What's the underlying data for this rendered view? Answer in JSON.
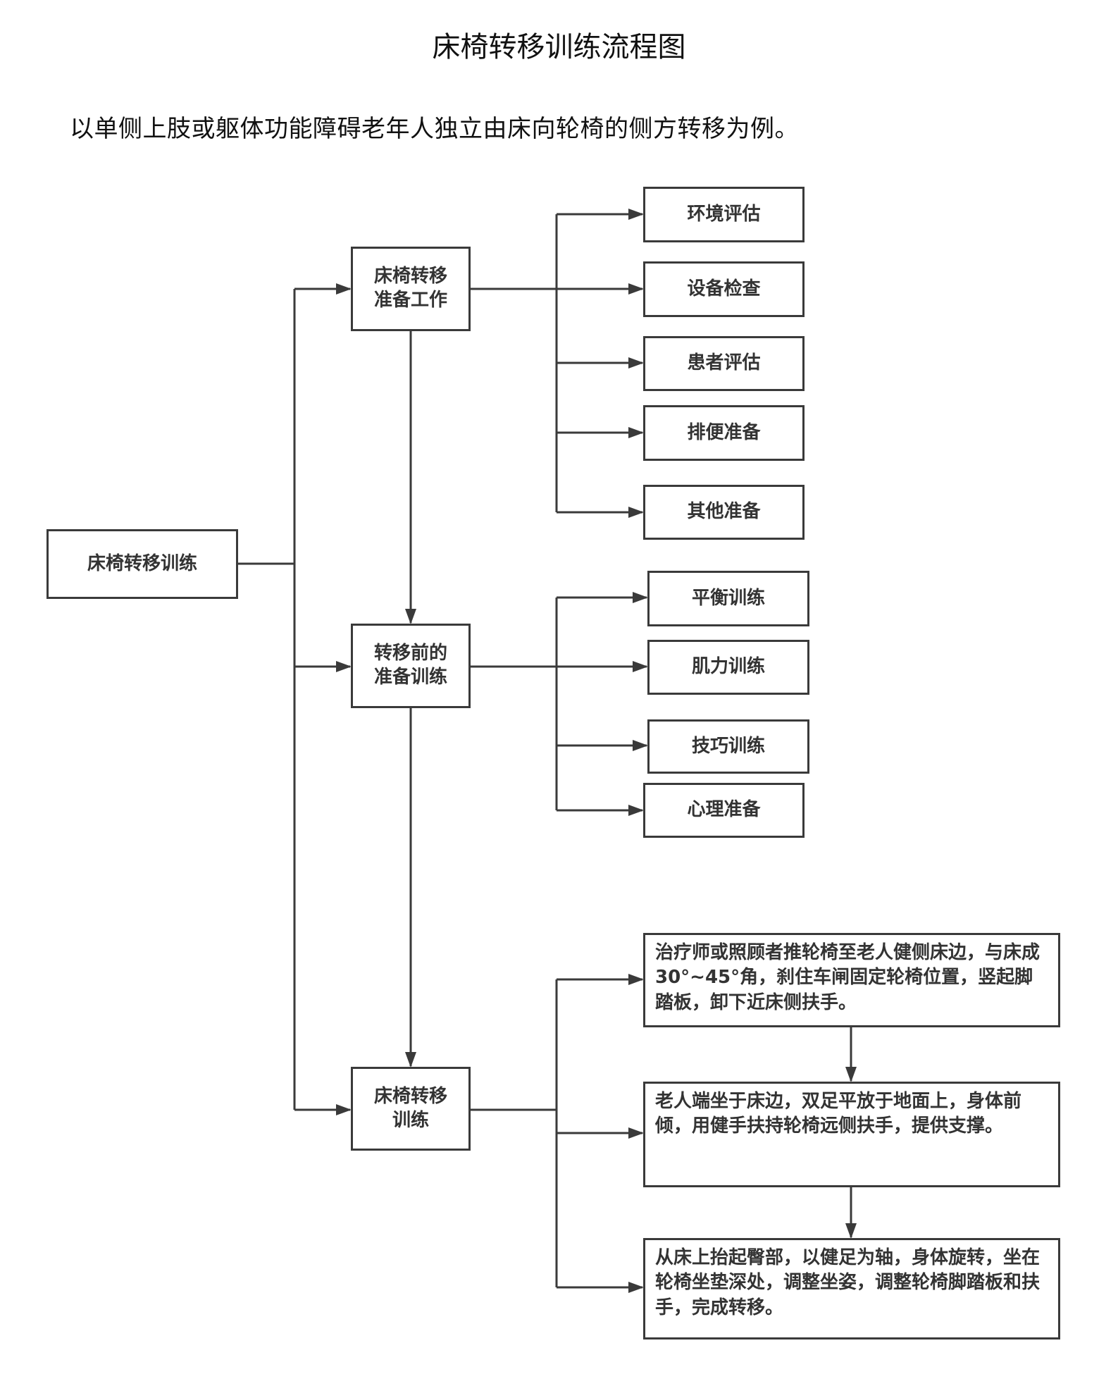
{
  "title": "床椅转移训练流程图",
  "subtitle": "以单侧上肢或躯体功能障碍老年人独立由床向轮椅的侧方转移为例。",
  "diagram": {
    "root": "床椅转移训练",
    "stages": [
      {
        "label": "床椅转移\n准备工作",
        "children": [
          "环境评估",
          "设备检查",
          "患者评估",
          "排便准备",
          "其他准备"
        ]
      },
      {
        "label": "转移前的\n准备训练",
        "children": [
          "平衡训练",
          "肌力训练",
          "技巧训练",
          "心理准备"
        ]
      },
      {
        "label": "床椅转移\n训练",
        "children": [
          "治疗师或照顾者推轮椅至老人健侧床边，与床成30°~45°角，刹住车闸固定轮椅位置，竖起脚踏板，卸下近床侧扶手。",
          "老人端坐于床边，双足平放于地面上，身体前倾，用健手扶持轮椅远侧扶手，提供支撑。",
          "从床上抬起臀部，以健足为轴，身体旋转，坐在轮椅坐垫深处，调整坐姿，调整轮椅脚踏板和扶手，完成转移。"
        ]
      }
    ]
  },
  "colors": {
    "line": "#3a3a3a",
    "text": "#333333"
  }
}
